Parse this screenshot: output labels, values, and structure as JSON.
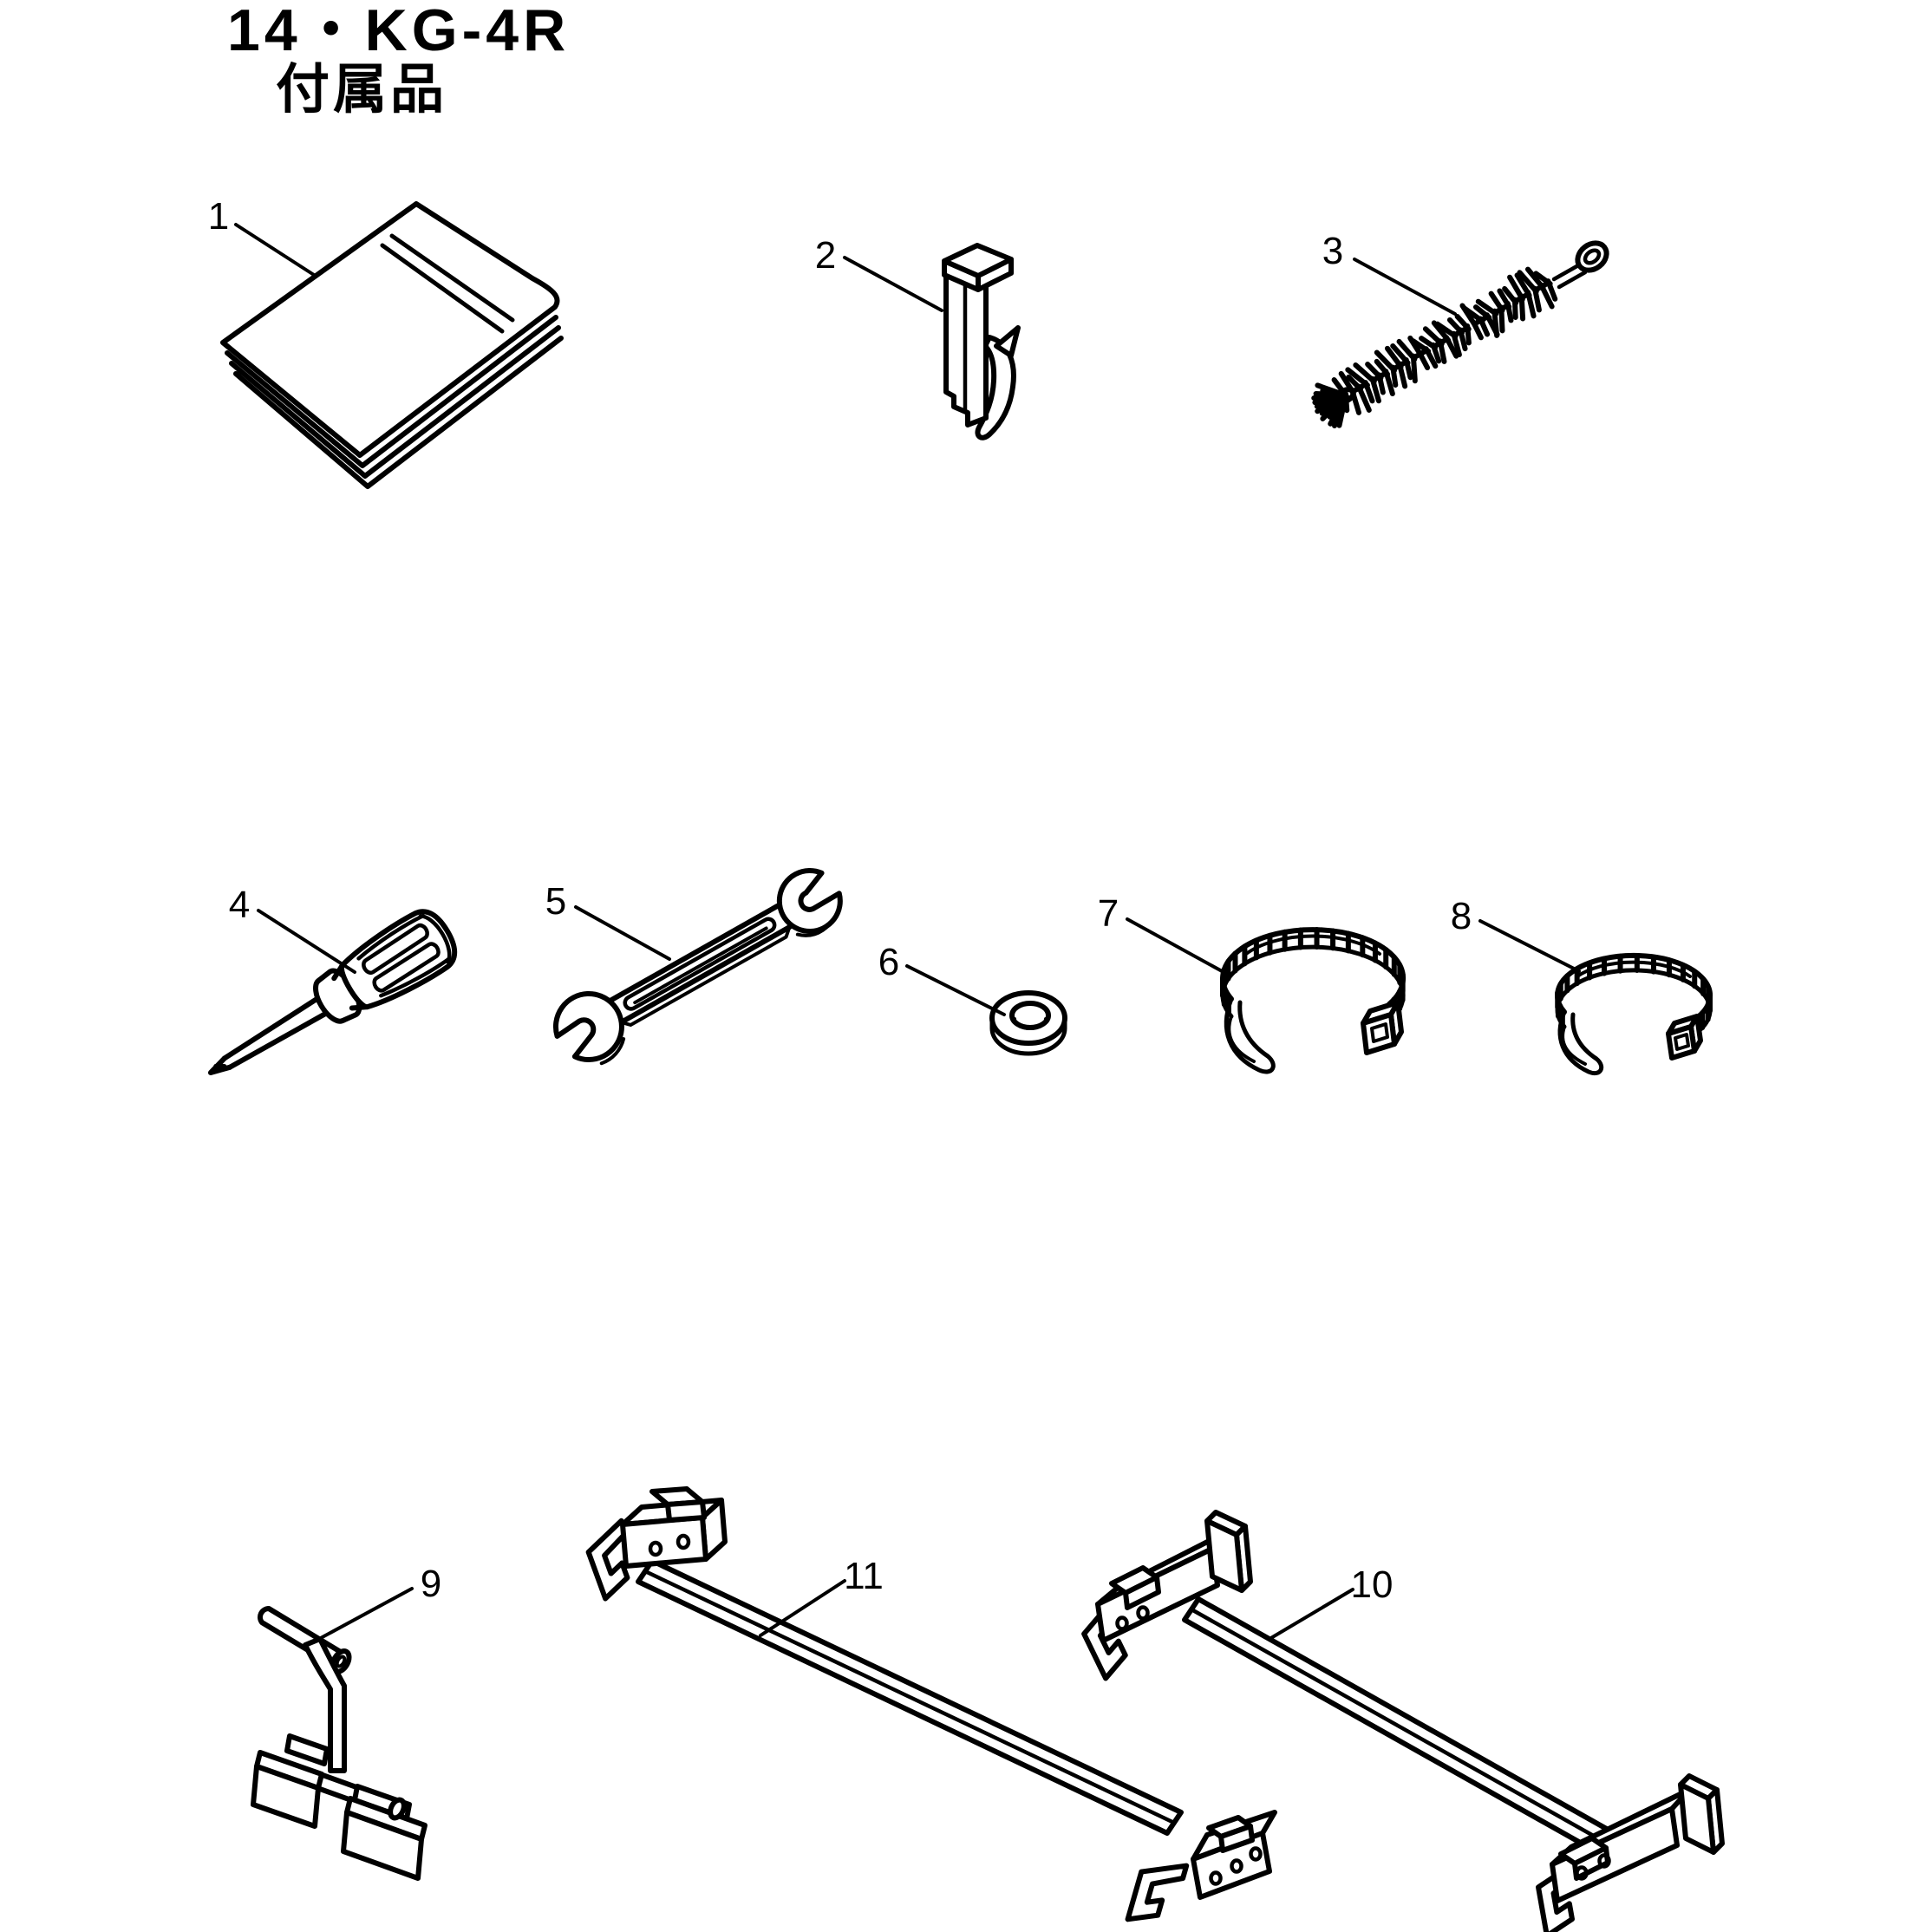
{
  "header": {
    "model_line": "14・KG-4R",
    "section_title": "付属品"
  },
  "figure": {
    "part_labels": [
      "1",
      "2",
      "3",
      "4",
      "5",
      "6",
      "7",
      "8",
      "9",
      "10",
      "11"
    ]
  }
}
